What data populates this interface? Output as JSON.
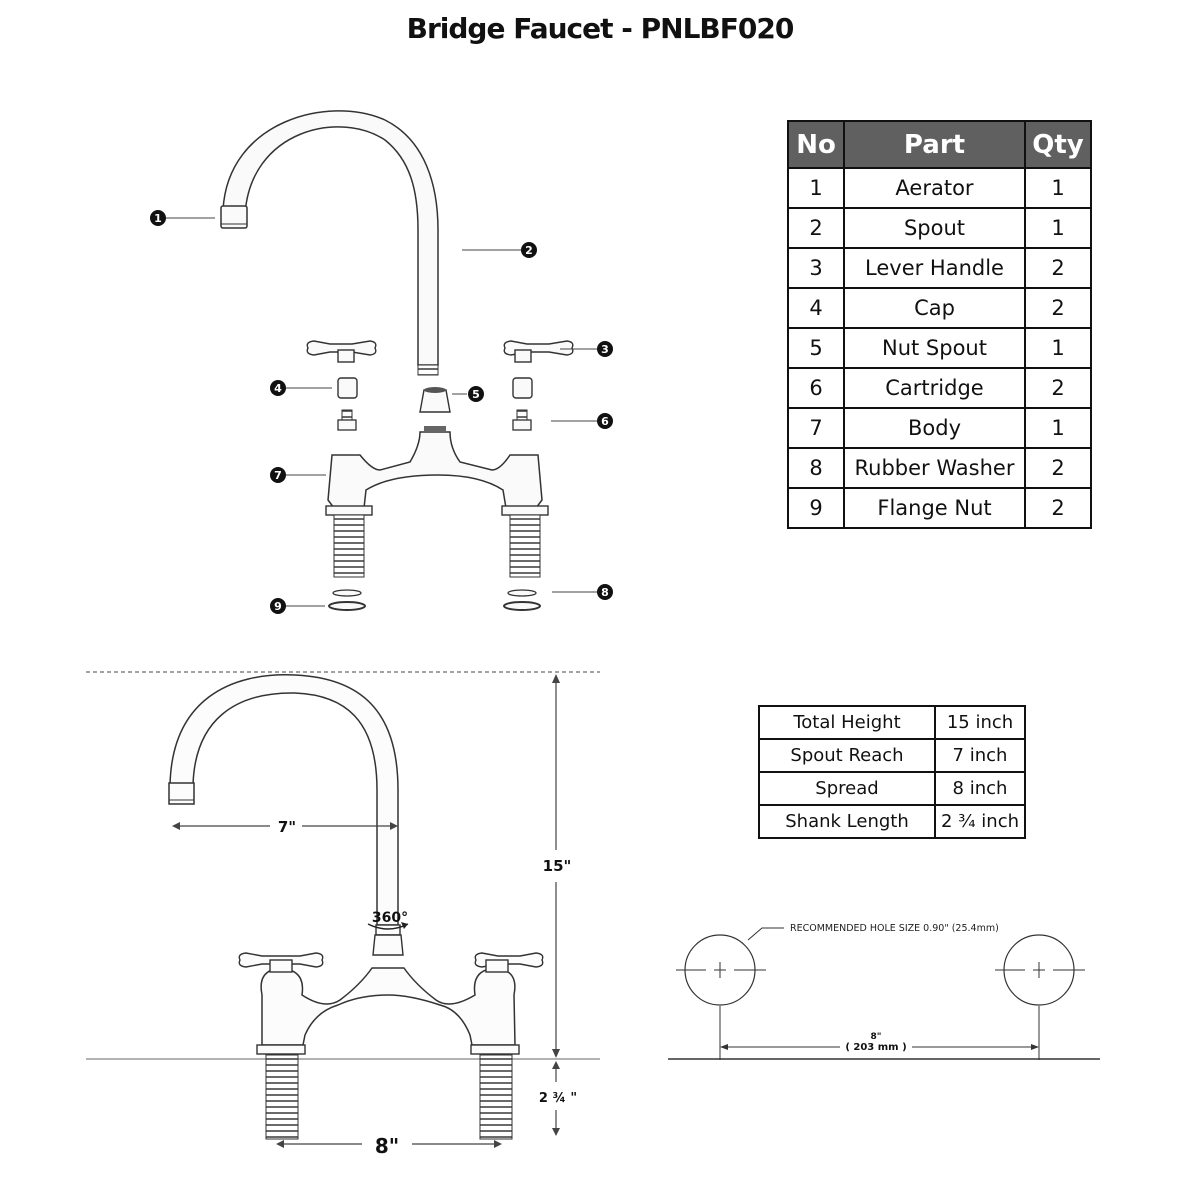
{
  "title": "Bridge Faucet - PNLBF020",
  "parts_table": {
    "headers": [
      "No",
      "Part",
      "Qty"
    ],
    "rows": [
      {
        "no": "1",
        "part": "Aerator",
        "qty": "1"
      },
      {
        "no": "2",
        "part": "Spout",
        "qty": "1"
      },
      {
        "no": "3",
        "part": "Lever Handle",
        "qty": "2"
      },
      {
        "no": "4",
        "part": "Cap",
        "qty": "2"
      },
      {
        "no": "5",
        "part": "Nut Spout",
        "qty": "1"
      },
      {
        "no": "6",
        "part": "Cartridge",
        "qty": "2"
      },
      {
        "no": "7",
        "part": "Body",
        "qty": "1"
      },
      {
        "no": "8",
        "part": "Rubber Washer",
        "qty": "2"
      },
      {
        "no": "9",
        "part": "Flange Nut",
        "qty": "2"
      }
    ]
  },
  "specs_table": {
    "rows": [
      {
        "label": "Total Height",
        "value": "15 inch"
      },
      {
        "label": "Spout Reach",
        "value": "7 inch"
      },
      {
        "label": "Spread",
        "value": "8 inch"
      },
      {
        "label": "Shank Length",
        "value": "2 ¾ inch"
      }
    ]
  },
  "callouts": [
    "1",
    "2",
    "3",
    "4",
    "5",
    "6",
    "7",
    "8",
    "9"
  ],
  "dimensions": {
    "reach": "7\"",
    "height": "15\"",
    "rotation": "360°",
    "shank": "2 ¾ \"",
    "spread": "8\""
  },
  "hole_diagram": {
    "note": "RECOMMENDED HOLE SIZE   0.90\" (25.4mm)",
    "spacing_in": "8\"",
    "spacing_mm": "(   203 mm   )"
  }
}
